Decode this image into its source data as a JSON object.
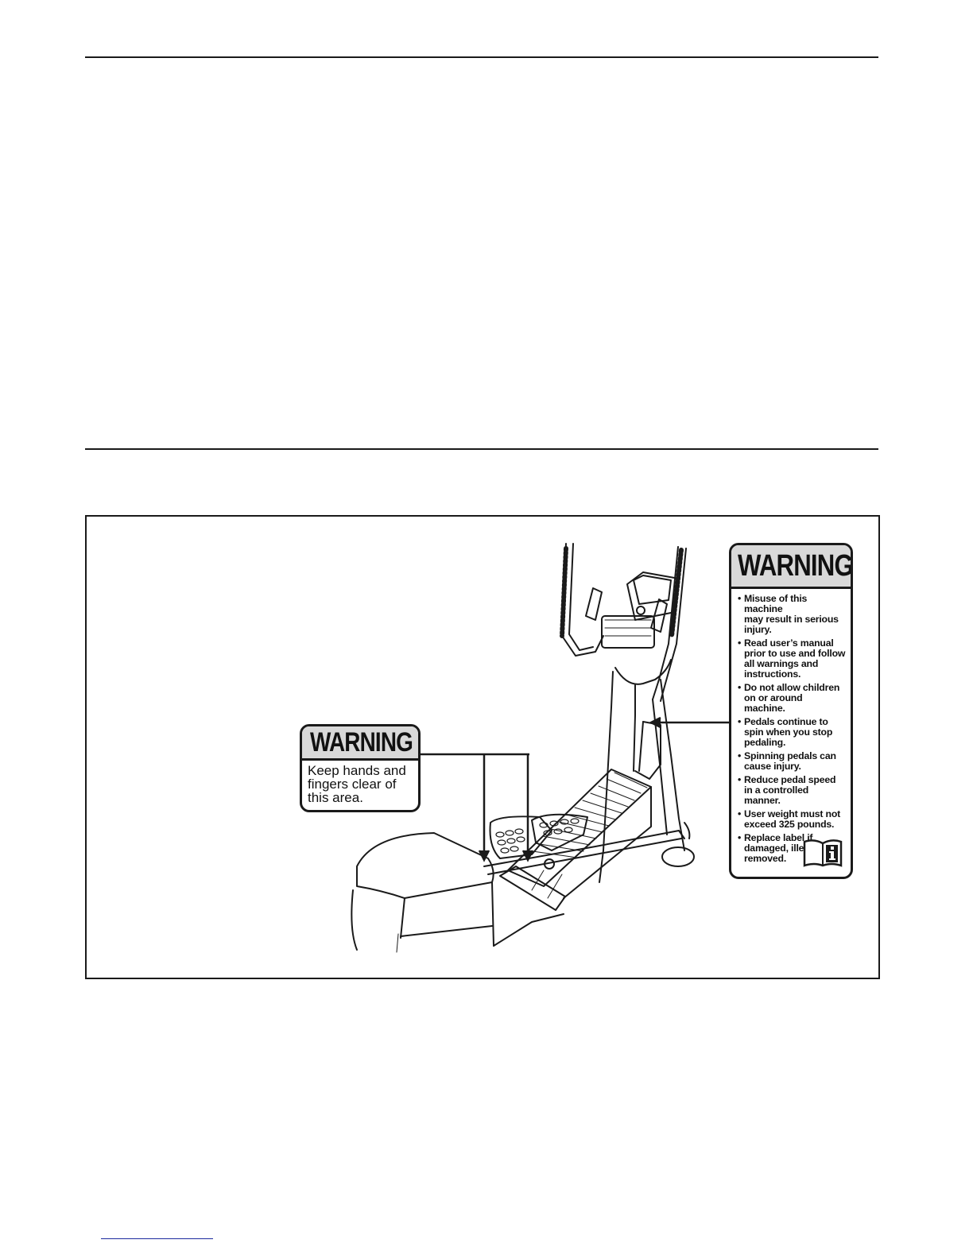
{
  "small_warning": {
    "heading": "WARNING",
    "lines": [
      "Keep hands and",
      "fingers clear of",
      "this area."
    ]
  },
  "large_warning": {
    "heading": "WARNING",
    "bullets": [
      [
        "Misuse of this machine",
        "may result in serious",
        "injury."
      ],
      [
        "Read user’s manual",
        "prior to use and follow",
        "all warnings and",
        "instructions."
      ],
      [
        "Do not allow children",
        "on or around machine."
      ],
      [
        "Pedals continue to",
        "spin when you stop",
        "pedaling."
      ],
      [
        "Spinning pedals can",
        "cause injury."
      ],
      [
        "Reduce pedal speed",
        "in a controlled manner."
      ],
      [
        "User weight must not",
        "exceed 325 pounds."
      ],
      [
        "Replace label if",
        "damaged, illegible, or",
        "removed."
      ]
    ],
    "icon": "read-manual-info-icon"
  },
  "illustration": {
    "subject": "elliptical-machine",
    "icon": "elliptical-machine-icon"
  },
  "colors": {
    "label_header": "#d9d9d9",
    "ink": "#1a1a1a",
    "footer_link": "#1d2a9e"
  }
}
